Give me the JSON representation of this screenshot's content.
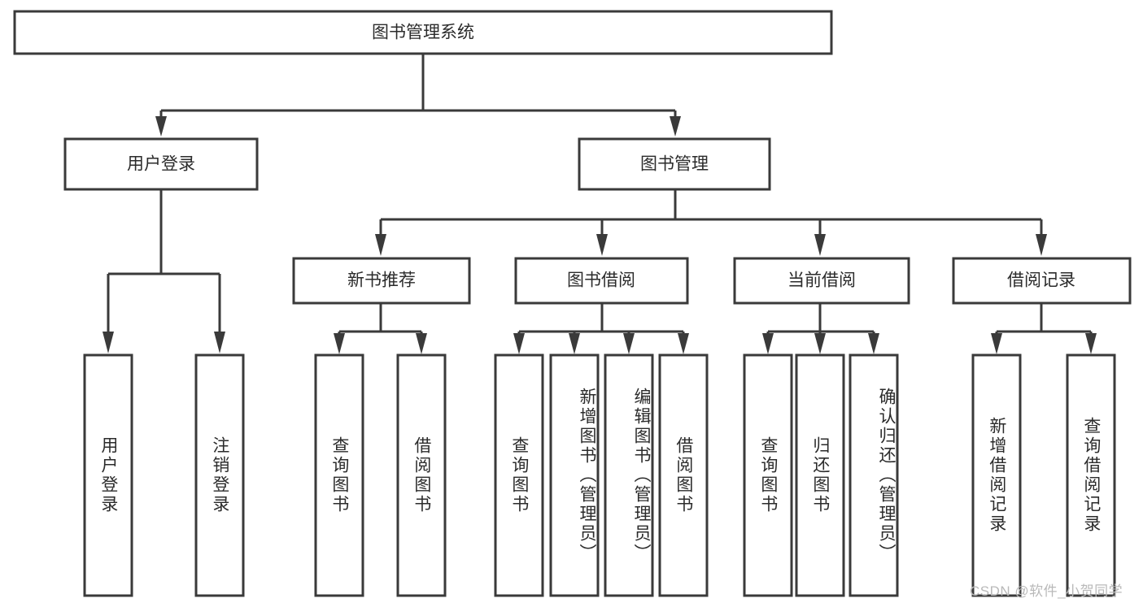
{
  "diagram": {
    "type": "tree",
    "orientation": "top-down",
    "style": {
      "box_fill": "#ffffff",
      "box_stroke": "#3a3a3a",
      "text_color": "#2b2b2b",
      "watermark_color": "#b9b9b9"
    },
    "root": {
      "id": "root",
      "label": "图书管理系统",
      "text_direction": "horizontal"
    },
    "level1": [
      {
        "id": "user-login",
        "label": "用户登录",
        "text_direction": "horizontal"
      },
      {
        "id": "book-manage",
        "label": "图书管理",
        "text_direction": "horizontal"
      }
    ],
    "level2": [
      {
        "id": "new-book-recommend",
        "label": "新书推荐",
        "parent": "book-manage",
        "text_direction": "horizontal"
      },
      {
        "id": "book-borrow",
        "label": "图书借阅",
        "parent": "book-manage",
        "text_direction": "horizontal"
      },
      {
        "id": "current-borrow",
        "label": "当前借阅",
        "parent": "book-manage",
        "text_direction": "horizontal"
      },
      {
        "id": "borrow-record",
        "label": "借阅记录",
        "parent": "book-manage",
        "text_direction": "horizontal"
      }
    ],
    "leaves": [
      {
        "id": "leaf-user-login",
        "label": "用户登录",
        "parent": "user-login",
        "text_direction": "vertical"
      },
      {
        "id": "leaf-user-logout",
        "label": "注销登录",
        "parent": "user-login",
        "text_direction": "vertical"
      },
      {
        "id": "leaf-query-book-1",
        "label": "查询图书",
        "parent": "new-book-recommend",
        "text_direction": "vertical"
      },
      {
        "id": "leaf-borrow-book-1",
        "label": "借阅图书",
        "parent": "new-book-recommend",
        "text_direction": "vertical"
      },
      {
        "id": "leaf-query-book-2",
        "label": "查询图书",
        "parent": "book-borrow",
        "text_direction": "vertical"
      },
      {
        "id": "leaf-add-book",
        "label": "新增图书（管理员）",
        "parent": "book-borrow",
        "text_direction": "vertical"
      },
      {
        "id": "leaf-edit-book",
        "label": "编辑图书（管理员）",
        "parent": "book-borrow",
        "text_direction": "vertical"
      },
      {
        "id": "leaf-borrow-book-2",
        "label": "借阅图书",
        "parent": "book-borrow",
        "text_direction": "vertical"
      },
      {
        "id": "leaf-query-book-3",
        "label": "查询图书",
        "parent": "current-borrow",
        "text_direction": "vertical"
      },
      {
        "id": "leaf-return-book",
        "label": "归还图书",
        "parent": "current-borrow",
        "text_direction": "vertical"
      },
      {
        "id": "leaf-confirm-return",
        "label": "确认归还（管理员）",
        "parent": "current-borrow",
        "text_direction": "vertical"
      },
      {
        "id": "leaf-add-record",
        "label": "新增借阅记录",
        "parent": "borrow-record",
        "text_direction": "vertical"
      },
      {
        "id": "leaf-query-record",
        "label": "查询借阅记录",
        "parent": "borrow-record",
        "text_direction": "vertical"
      }
    ]
  },
  "watermark": {
    "text": "CSDN @软件_小贺同学"
  }
}
